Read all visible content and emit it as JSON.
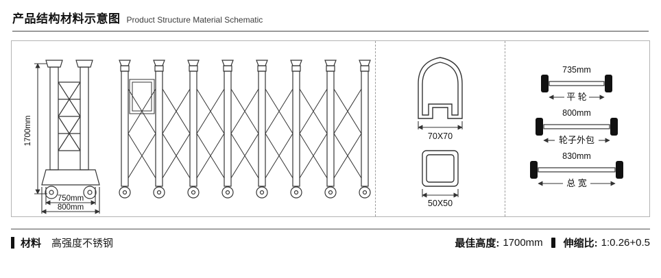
{
  "header": {
    "title_zh": "产品结构材料示意图",
    "title_en": "Product Structure Material Schematic"
  },
  "diagram": {
    "gate": {
      "height_dim": "1700mm",
      "inner_width_dim": "750mm",
      "outer_width_dim": "800mm"
    },
    "profiles": {
      "arch_label": "70X70",
      "square_label": "50X50"
    },
    "wheels": [
      {
        "dim": "735mm",
        "label": "平 轮"
      },
      {
        "dim": "800mm",
        "label": "轮子外包"
      },
      {
        "dim": "830mm",
        "label": "总 宽"
      }
    ]
  },
  "footer": {
    "material_label": "材料",
    "material_value": "高强度不锈钢",
    "best_height_label": "最佳高度:",
    "best_height_value": "1700mm",
    "ratio_label": "伸缩比:",
    "ratio_value": "1:0.26+0.5"
  },
  "colors": {
    "ink": "#1a1a1a",
    "line": "#333333",
    "panel_border": "#b3b3b3"
  }
}
